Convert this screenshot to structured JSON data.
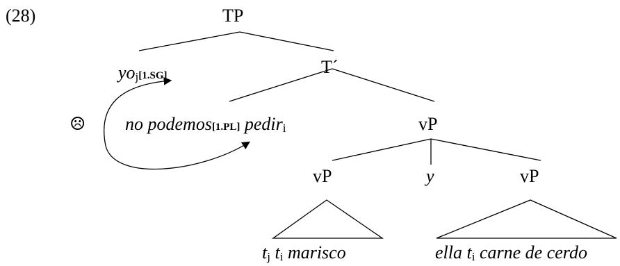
{
  "example_number": "(28)",
  "judgment_symbol": "☹",
  "nodes": {
    "tp": "TP",
    "t_bar": "T´",
    "vp_main": "vP",
    "vp_left": "vP",
    "vp_right": "vP"
  },
  "subject": {
    "word": "yo",
    "index": "j",
    "feature": "[1.SG]"
  },
  "verb_complex": {
    "negated_verb": "no podemos",
    "feature": "[1.PL]",
    "infinitive": "pedir",
    "index": "i"
  },
  "conjunction": "y",
  "left_leaf": {
    "trace1": "t",
    "trace1_index": "j",
    "trace2": "t",
    "trace2_index": "i",
    "object": "marisco"
  },
  "right_leaf": {
    "subject": "ella",
    "trace": "t",
    "trace_index": "i",
    "object": "carne de cerdo"
  }
}
